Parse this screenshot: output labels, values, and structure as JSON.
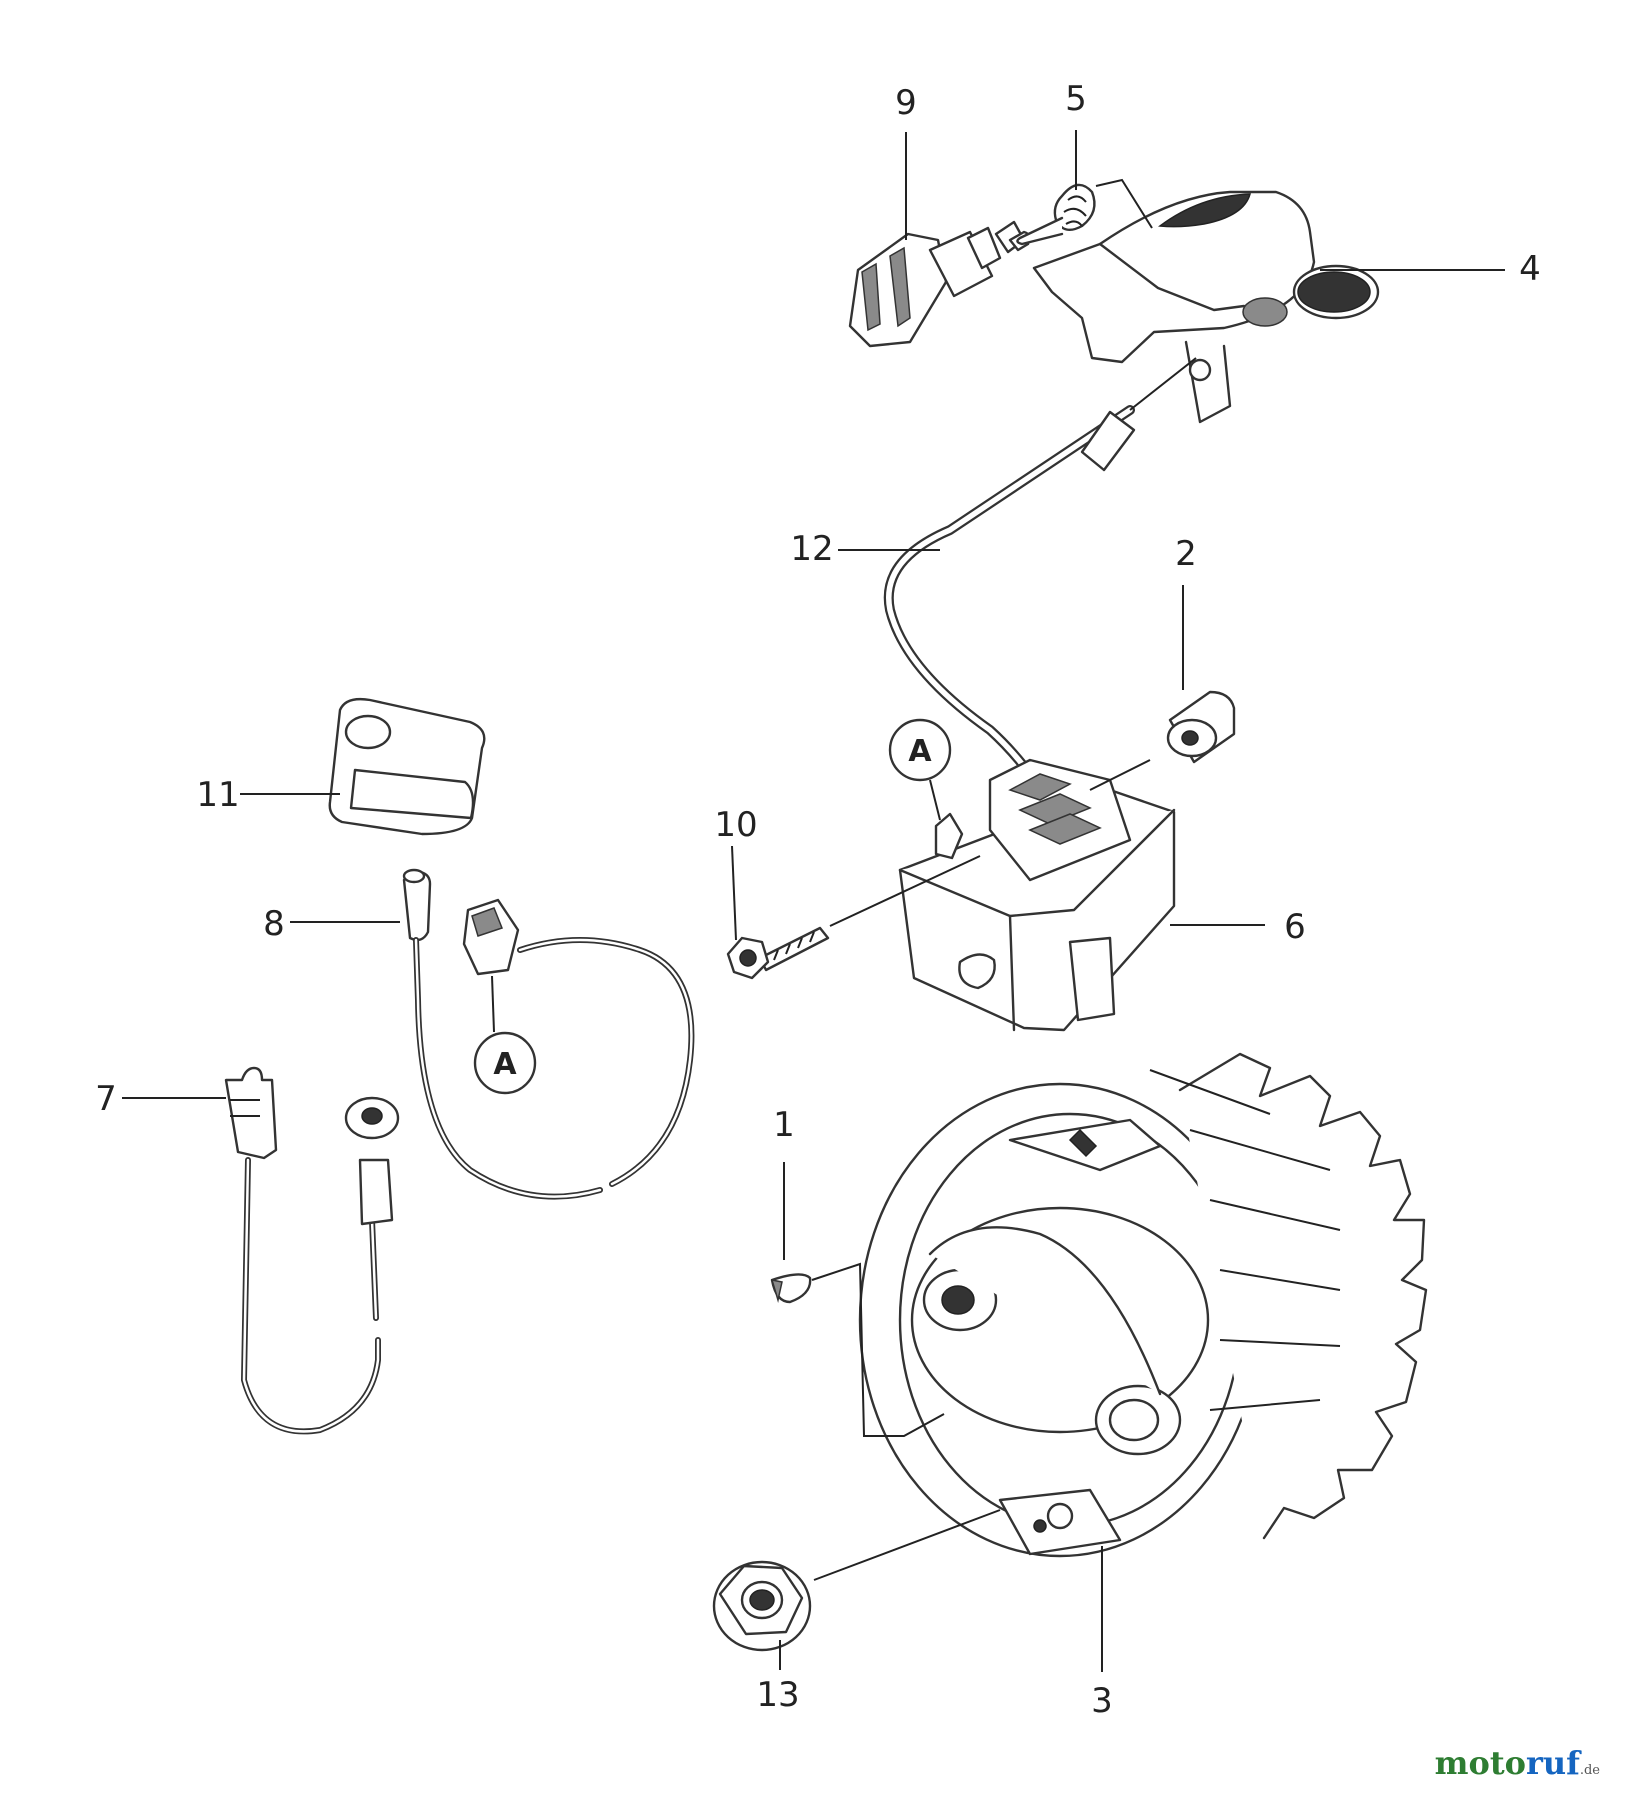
{
  "diagram": {
    "callouts": [
      {
        "id": "c1",
        "label": "1"
      },
      {
        "id": "c2",
        "label": "2"
      },
      {
        "id": "c3",
        "label": "3"
      },
      {
        "id": "c4",
        "label": "4"
      },
      {
        "id": "c5",
        "label": "5"
      },
      {
        "id": "c6",
        "label": "6"
      },
      {
        "id": "c7",
        "label": "7"
      },
      {
        "id": "c8",
        "label": "8"
      },
      {
        "id": "c9",
        "label": "9"
      },
      {
        "id": "c10",
        "label": "10"
      },
      {
        "id": "c11",
        "label": "11"
      },
      {
        "id": "c12",
        "label": "12"
      },
      {
        "id": "c13",
        "label": "13"
      }
    ],
    "reference_markers": [
      "A",
      "A"
    ],
    "parts": [
      "spark-plug",
      "spark-plug-spring",
      "plug-boot",
      "spacer",
      "ignition-module",
      "flywheel",
      "woodruff-key",
      "flywheel-nut",
      "mounting-screw",
      "grommet",
      "ground-lead",
      "stop-wire",
      "ignition-lead"
    ]
  },
  "watermark": {
    "brand_part1": "moto",
    "brand_part2": "ruf",
    "tld": ".de"
  }
}
